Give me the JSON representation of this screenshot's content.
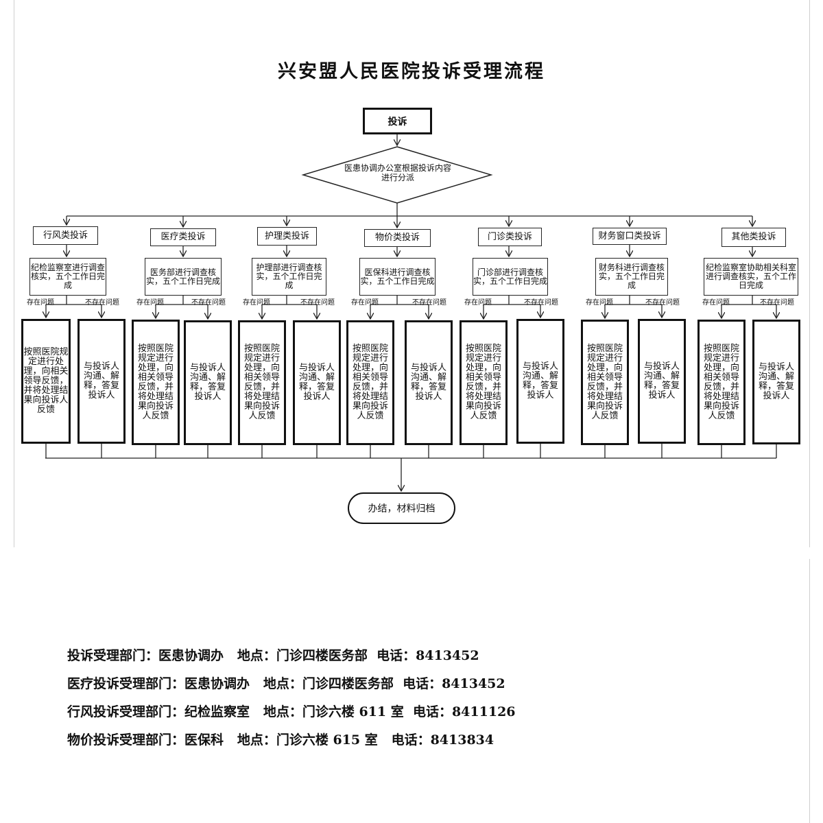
{
  "title": "兴安盟人民医院投诉受理流程",
  "start": "投诉",
  "dispatch": "医患协调办公室根据投诉内容进行分派",
  "labels": {
    "exists": "存在问题",
    "not_exists": "不存在问题"
  },
  "categories": [
    {
      "name": "行风类投诉",
      "investigation": "纪检监察室进行调查核实，五个工作日完成"
    },
    {
      "name": "医疗类投诉",
      "investigation": "医务部进行调查核实，五个工作日完成"
    },
    {
      "name": "护理类投诉",
      "investigation": "护理部进行调查核实，五个工作日完成"
    },
    {
      "name": "物价类投诉",
      "investigation": "医保科进行调查核实，五个工作日完成"
    },
    {
      "name": "门诊类投诉",
      "investigation": "门诊部进行调查核实，五个工作日完成"
    },
    {
      "name": "财务窗口类投诉",
      "investigation": "财务科进行调查核实，五个工作日完成"
    },
    {
      "name": "其他类投诉",
      "investigation": "纪检监察室协助相关科室进行调查核实，五个工作日完成"
    }
  ],
  "outcome_yes": "按照医院规定进行处理，向相关领导反馈，并将处理结果向投诉人反馈",
  "outcome_no": "与投诉人沟通、解释，答复投诉人",
  "final": "办结，材料归档",
  "contacts": [
    "投诉受理部门：医患协调办   地点：门诊四楼医务部  电话：8413452",
    "医疗投诉受理部门：医患协调办   地点：门诊四楼医务部  电话：8413452",
    "行风投诉受理部门：纪检监察室   地点：门诊六楼 611 室  电话：8411126",
    "物价投诉受理部门：医保科   地点：门诊六楼 615 室   电话：8413834"
  ]
}
